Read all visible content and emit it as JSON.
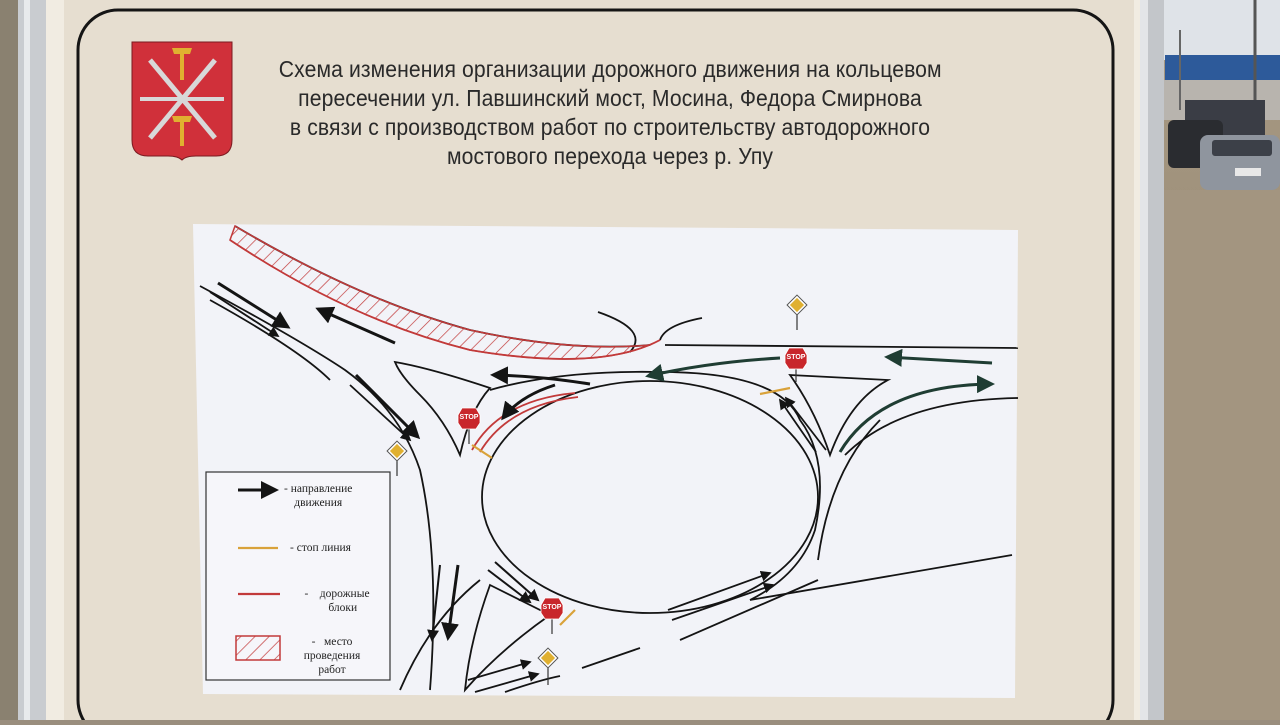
{
  "poster": {
    "title_lines": [
      "Схема изменения организации дорожного движения на кольцевом",
      "пересечении ул. Павшинский мост, Мосина, Федора Смирнова",
      "в связи с производством работ по строительству автодорожного",
      "мостового перехода через р. Упу"
    ]
  },
  "legend": {
    "direction": {
      "dash": "-",
      "line1": "направление",
      "line2": "движения"
    },
    "stop_line": {
      "dash": "-",
      "line1": "стоп линия"
    },
    "road_blocks": {
      "dash": "-",
      "line1": "дорожные",
      "line2": "блоки"
    },
    "work_zone": {
      "dash": "-",
      "line1": "место",
      "line2": "проведения",
      "line3": "работ"
    }
  },
  "signs": {
    "stop_label": "STOP"
  },
  "colors": {
    "poster_beige": "#e6ded0",
    "map_paper": "#f2f3f8",
    "arrow_black": "#141414",
    "arrow_green": "#1f3d33",
    "road_block_red": "#c23a3a",
    "stop_line_orange": "#d9a23a",
    "stop_sign_red": "#c8262b",
    "priority_sign_yellow": "#e0b030",
    "coat_of_arms_red": "#d0303a"
  }
}
